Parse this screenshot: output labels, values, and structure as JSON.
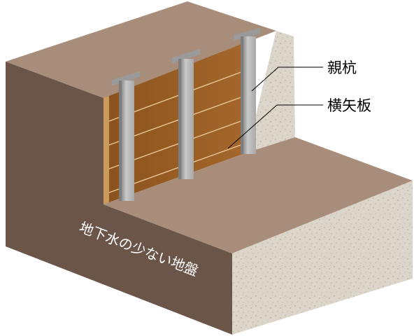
{
  "labels": {
    "pile": "親杭",
    "lagging": "横矢板",
    "ground": "地下水の少ない地盤"
  },
  "colors": {
    "soil_front": "#6a5548",
    "soil_top": "#a88d7b",
    "soil_side": "#d9d2c7",
    "timber": "#9a6028",
    "pile_face": "#b8b8b8",
    "leader_line": "#000000"
  },
  "icons": {
    "pile": "h-beam-pile",
    "lagging": "timber-lagging-board"
  }
}
